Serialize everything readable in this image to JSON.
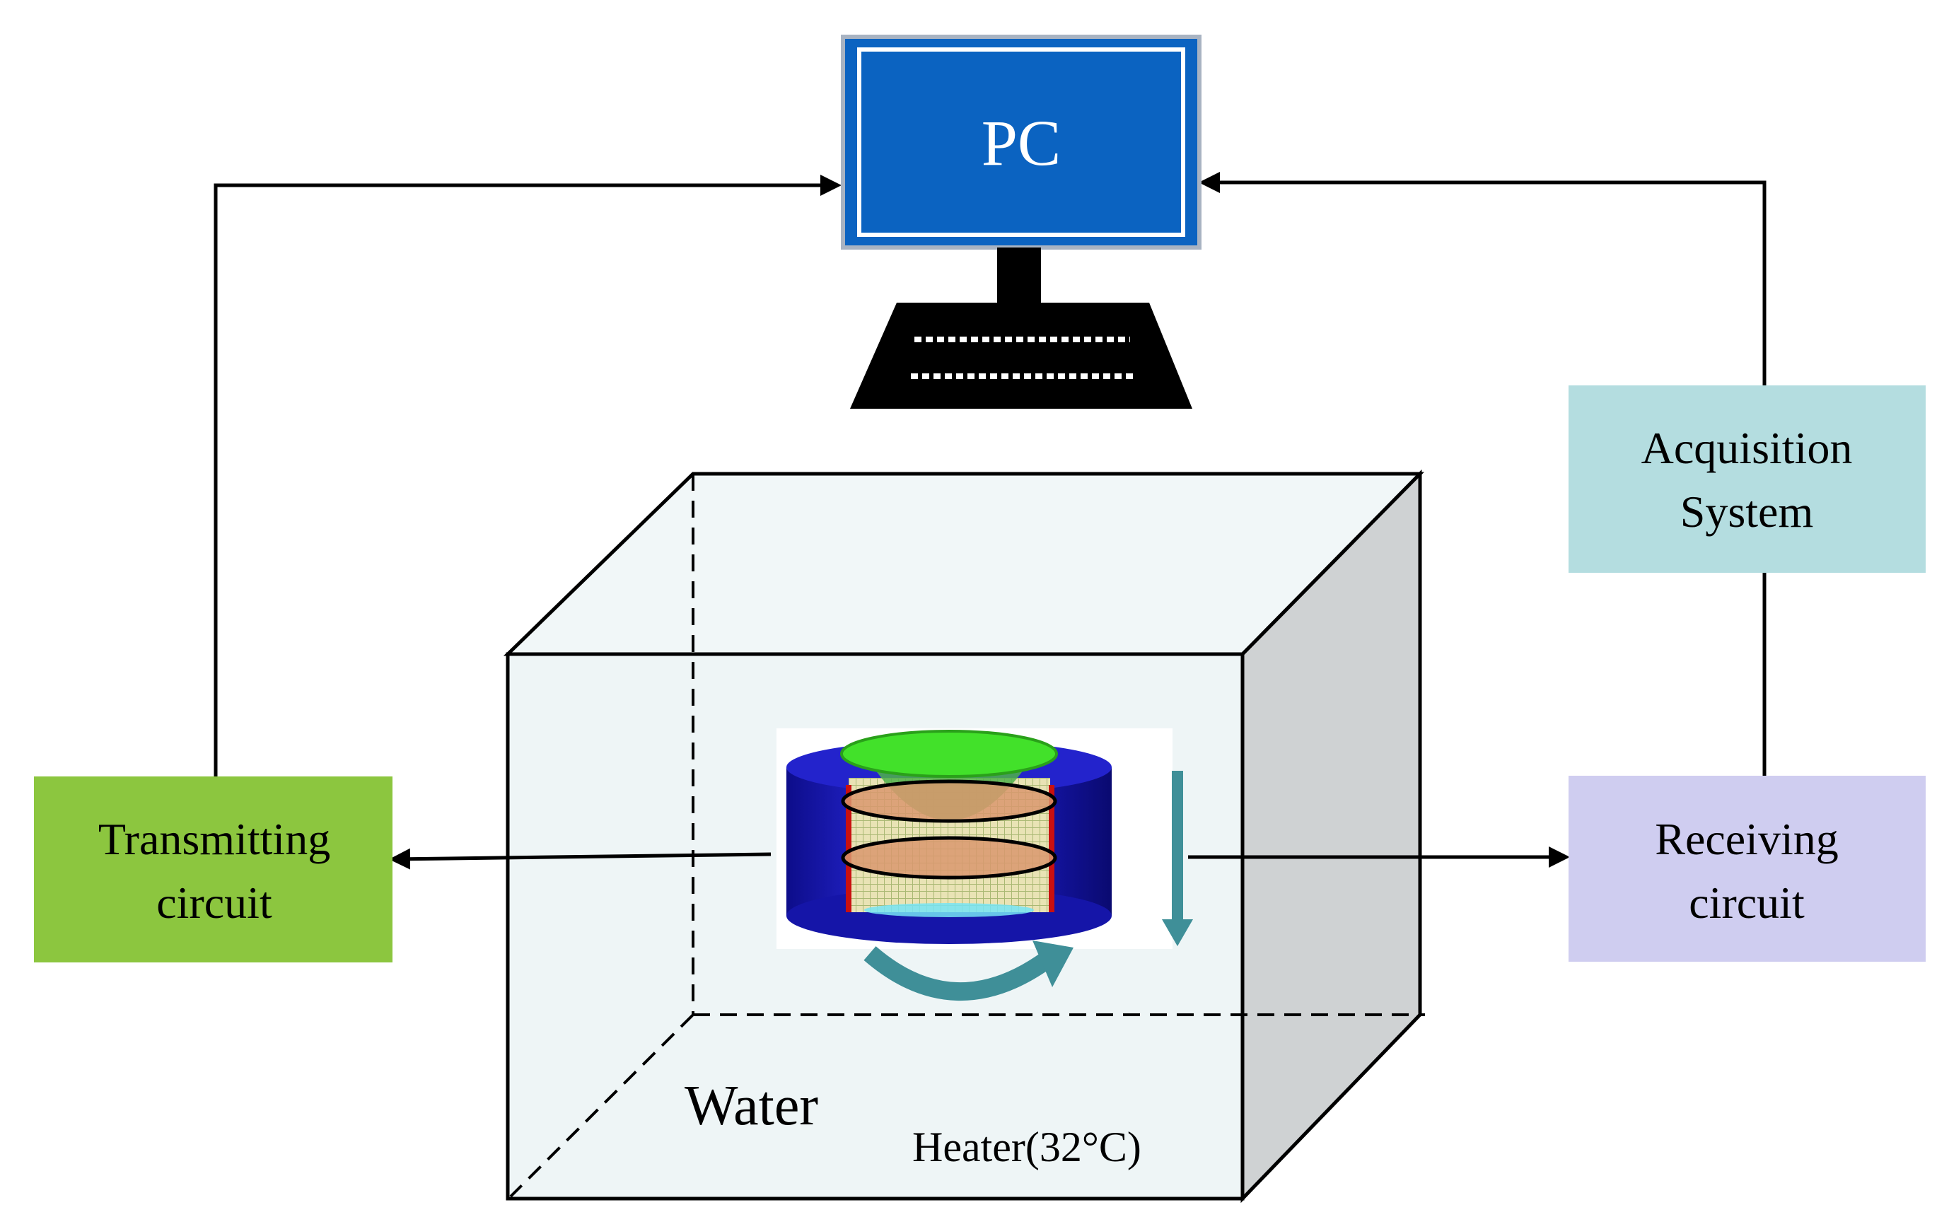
{
  "pc": {
    "label": "PC"
  },
  "acquisition": {
    "line1": "Acquisition",
    "line2": "System"
  },
  "transmitting": {
    "line1": "Transmitting",
    "line2": "circuit"
  },
  "receiving": {
    "line1": "Receiving",
    "line2": "circuit"
  },
  "tank": {
    "water_label": "Water",
    "heater_label": "Heater(32°C)"
  },
  "icons": {
    "pc": "monitor-icon",
    "keyboard": "keyboard-icon",
    "sensor": "sensor-model-icon",
    "rotation": "rotation-arrow-icon",
    "descend": "down-arrow-icon"
  },
  "colors": {
    "pc_blue": "#0b63c1",
    "transmitting_green": "#8cc63f",
    "acquisition_teal": "#b4dde0",
    "receiving_lavender": "#cfcdf0",
    "tank_glass": "#f1f7f8",
    "tank_side": "#cfd2d3",
    "sensor_blue": "#1a1ac8",
    "sensor_green": "#42e12a",
    "arrow_teal": "#3f8f98"
  }
}
